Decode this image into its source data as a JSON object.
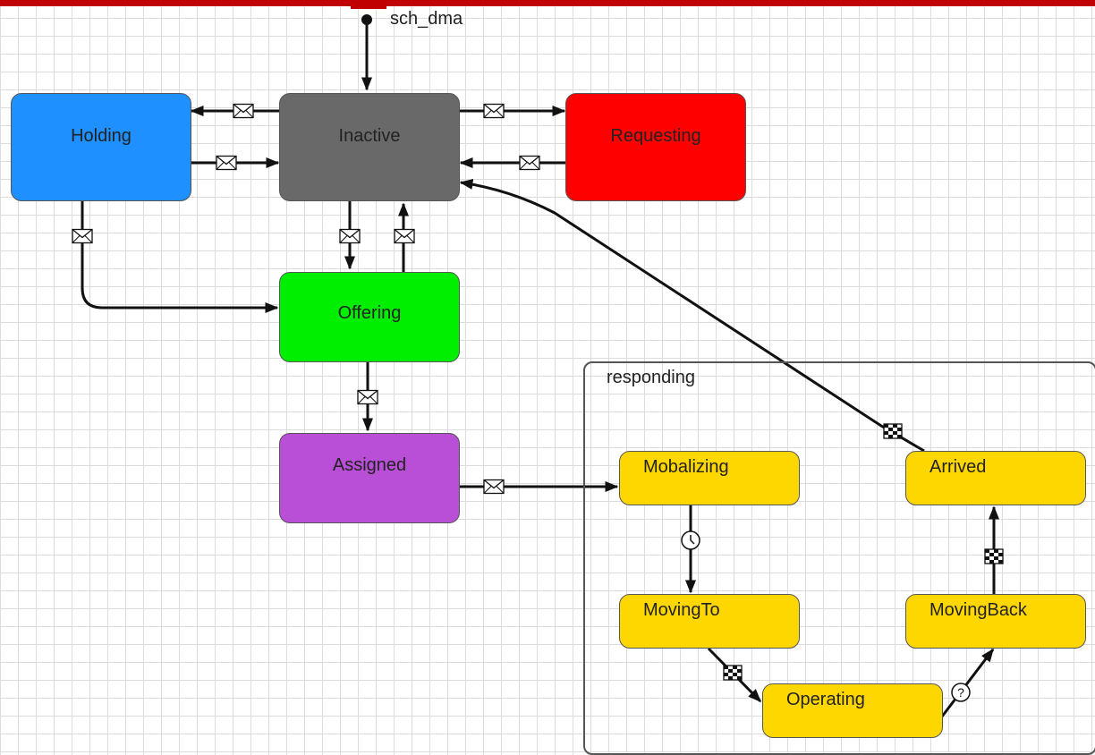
{
  "diagram": {
    "initial_label": "sch_dma",
    "composite_label": "responding",
    "states": {
      "holding": {
        "label": "Holding",
        "color": "#1e90ff"
      },
      "inactive": {
        "label": "Inactive",
        "color": "#696969"
      },
      "requesting": {
        "label": "Requesting",
        "color": "#ff0000"
      },
      "offering": {
        "label": "Offering",
        "color": "#00ee00"
      },
      "assigned": {
        "label": "Assigned",
        "color": "#b84fd6"
      },
      "mobalizing": {
        "label": "Mobalizing",
        "color": "#ffd700"
      },
      "movingto": {
        "label": "MovingTo",
        "color": "#ffd700"
      },
      "operating": {
        "label": "Operating",
        "color": "#ffd700"
      },
      "movingback": {
        "label": "MovingBack",
        "color": "#ffd700"
      },
      "arrived": {
        "label": "Arrived",
        "color": "#ffd700"
      }
    },
    "transition_triggers": [
      "message-icon",
      "timeout-clock-icon",
      "condition-flag-icon",
      "branch-question-icon"
    ]
  }
}
